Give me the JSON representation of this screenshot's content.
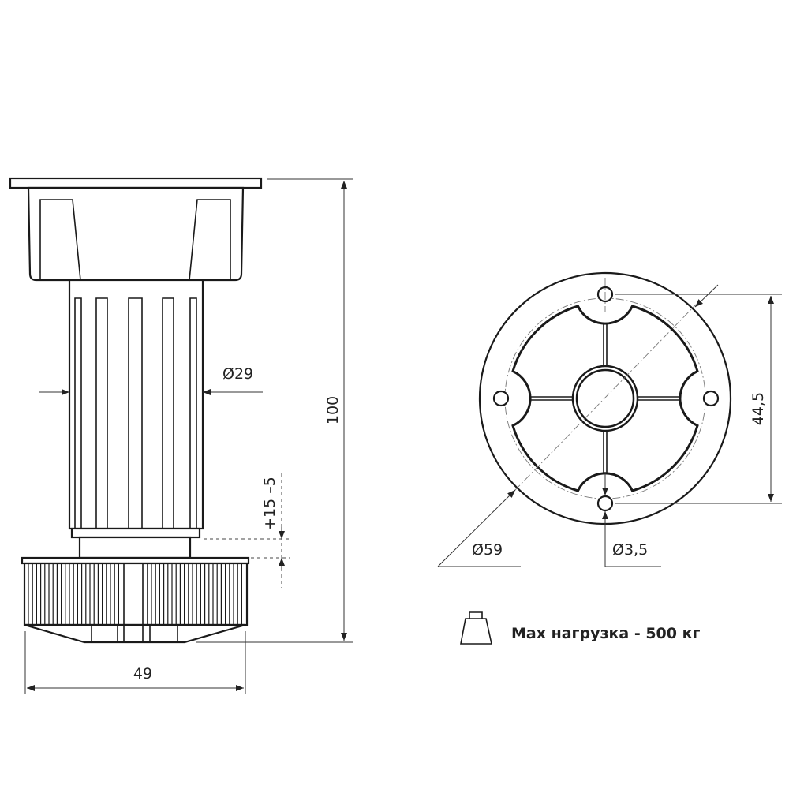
{
  "side_view": {
    "dim_height": "100",
    "dim_column_diameter": "Ø29",
    "dim_adjustment": "+15 –5",
    "dim_base_width": "49"
  },
  "bottom_view": {
    "dim_outer_diameter": "Ø59",
    "dim_hole_diameter": "Ø3,5",
    "dim_hole_spacing": "44,5"
  },
  "load_note": {
    "icon": "weight-icon",
    "text": "Мах нагрузка - 500 кг"
  }
}
